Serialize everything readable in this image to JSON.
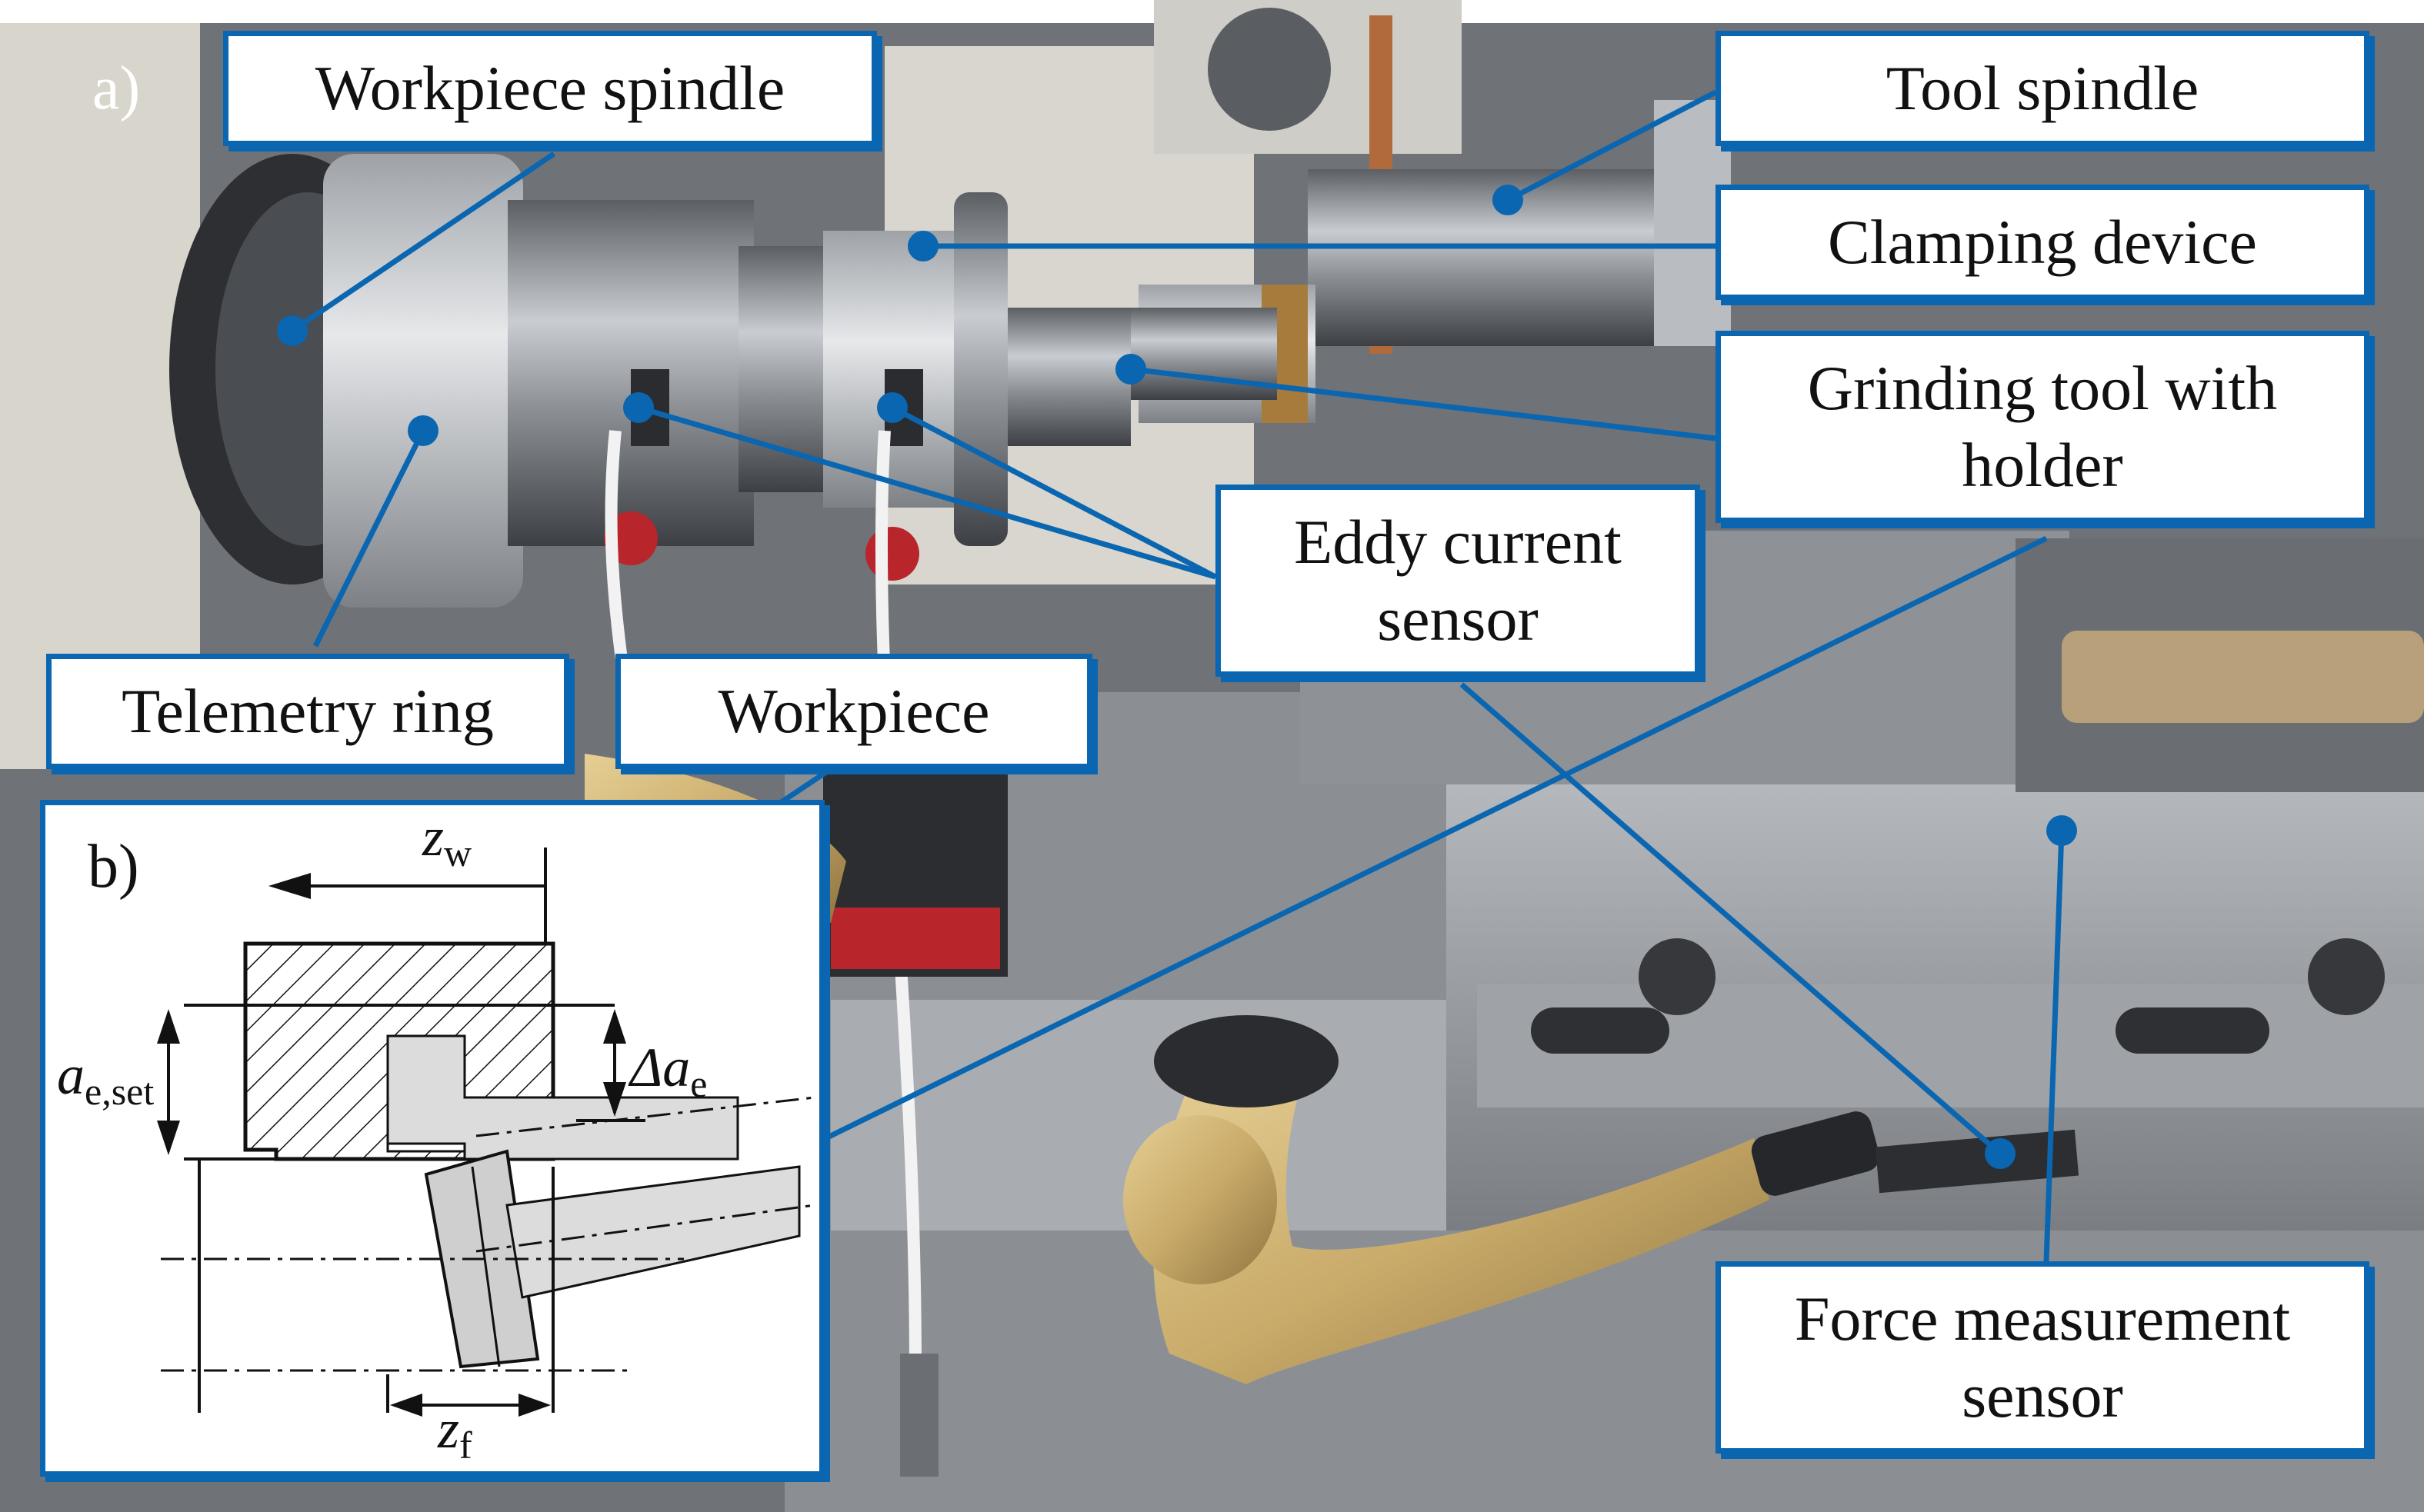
{
  "panels": {
    "a": "a)",
    "b": "b)"
  },
  "callouts": {
    "workpiece_spindle": "Workpiece spindle",
    "tool_spindle": "Tool spindle",
    "clamping_device": "Clamping device",
    "grinding_tool_line1": "Grinding tool with",
    "grinding_tool_line2": "holder",
    "eddy_current_line1": "Eddy current",
    "eddy_current_line2": "sensor",
    "telemetry_ring": "Telemetry ring",
    "workpiece": "Workpiece",
    "force_sensor_line1": "Force measurement",
    "force_sensor_line2": "sensor"
  },
  "symbols": {
    "z_w": {
      "base": "z",
      "sub": "w"
    },
    "a_e_set": {
      "base": "a",
      "sub": "e,set"
    },
    "delta_a_e": {
      "base": "Δa",
      "sub": "e"
    },
    "z_f": {
      "base": "z",
      "sub": "f"
    }
  },
  "colors": {
    "accent": "#0a66b0",
    "steel": "#9ea3a8",
    "dark_steel": "#4a4d52",
    "gold_arm": "#c9ab6a"
  }
}
